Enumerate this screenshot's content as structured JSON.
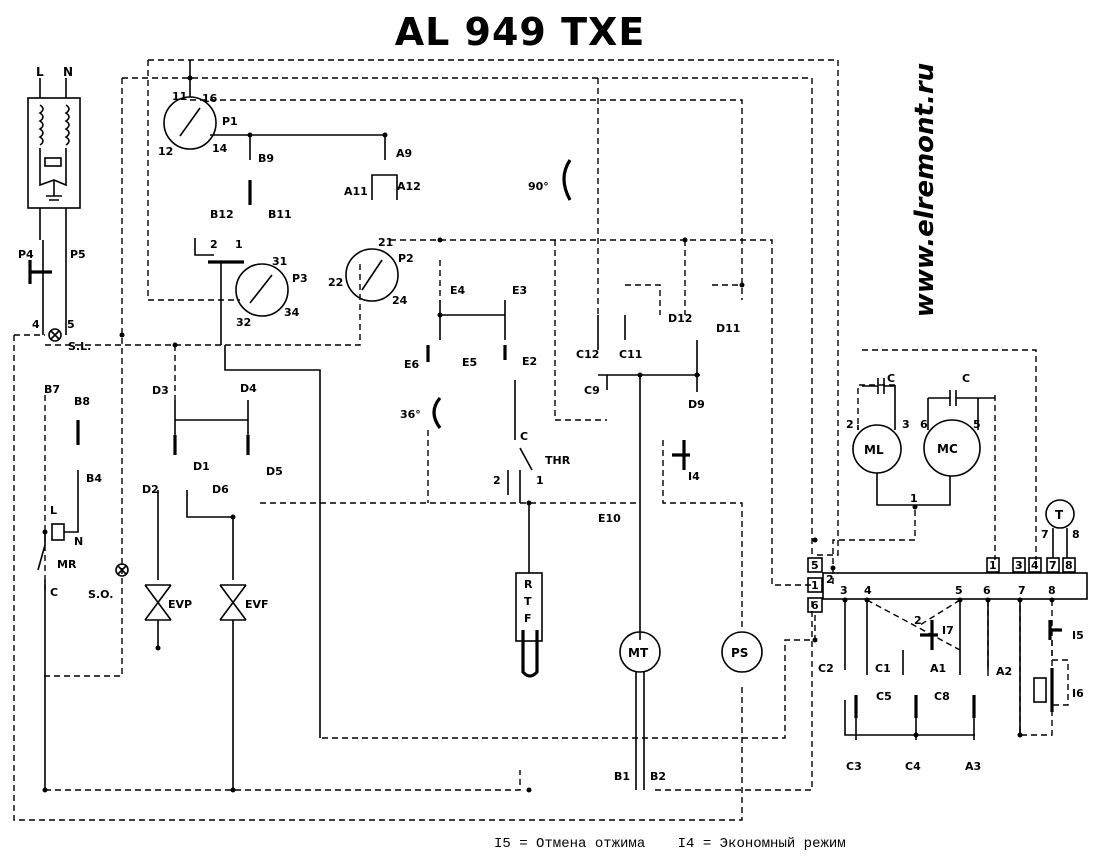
{
  "title": "AL 949 TXE",
  "website": "www.elremont.ru",
  "legend": [
    "I5 = Отмена отжима",
    "I4 = Экономный режим"
  ],
  "labels": {
    "supply_l": "L",
    "supply_n": "N",
    "p4": "P4",
    "p5": "P5",
    "sl": "S.L.",
    "t4": "4",
    "t5": "5",
    "b7": "B7",
    "b8": "B8",
    "b4": "B4",
    "mr_l": "L",
    "mr_n": "N",
    "mr": "MR",
    "mr_c": "C",
    "so": "S.O.",
    "p1": "P1",
    "p1_11": "11",
    "p1_16": "16",
    "p1_12": "12",
    "p1_14": "14",
    "b9": "B9",
    "b12": "B12",
    "b11": "B11",
    "p3_2": "2",
    "p3_1": "1",
    "p3": "P3",
    "p3_31": "31",
    "p3_32": "32",
    "p3_34": "34",
    "a9": "A9",
    "a11": "A11",
    "a12": "A12",
    "p2": "P2",
    "p2_21": "21",
    "p2_22": "22",
    "p2_24": "24",
    "e4": "E4",
    "e3": "E3",
    "e6": "E6",
    "e5": "E5",
    "e2": "E2",
    "t36": "36°",
    "t90": "90°",
    "thr_c": "C",
    "thr": "THR",
    "thr_2": "2",
    "thr_1": "1",
    "e10": "E10",
    "d3": "D3",
    "d4": "D4",
    "d2": "D2",
    "d1": "D1",
    "d6": "D6",
    "d5": "D5",
    "evp": "EVP",
    "evf": "EVF",
    "rtf": [
      "R",
      "T",
      "F"
    ],
    "c12": "C12",
    "c11": "C11",
    "c9": "C9",
    "d12": "D12",
    "d11": "D11",
    "d9": "D9",
    "i4": "I4",
    "mt": "MT",
    "ps": "PS",
    "b1": "B1",
    "b2": "B2",
    "cap1": "C",
    "cap2": "C",
    "ml": "ML",
    "mc": "MC",
    "ml_2": "2",
    "ml_3": "3",
    "mc_6": "6",
    "mc_5": "5",
    "mot_1": "1",
    "t": "T",
    "t_7": "7",
    "t_8": "8",
    "blk": [
      "5",
      "1",
      "6",
      "1",
      "3",
      "4",
      "7",
      "8"
    ],
    "row": [
      "2",
      "3",
      "4",
      "5",
      "6",
      "7",
      "8"
    ],
    "i7": "I7",
    "i7_2": "2",
    "i5": "I5",
    "i6": "I6",
    "c2": "C2",
    "c1": "C1",
    "a1": "A1",
    "a2": "A2",
    "c5": "C5",
    "c8": "C8",
    "c3": "C3",
    "c4": "C4",
    "a3": "A3"
  }
}
